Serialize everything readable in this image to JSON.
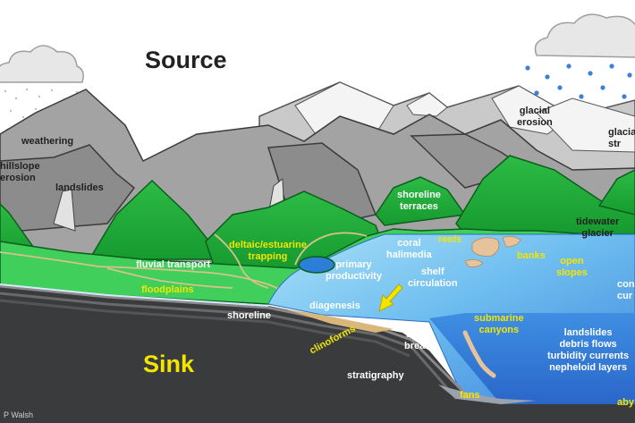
{
  "titles": {
    "source": "Source",
    "sink": "Sink"
  },
  "labels": {
    "weathering": "weathering",
    "hillslope_erosion": "hillslope\nerosion",
    "landslides_land": "landslides",
    "fluvial_transport": "fluvial transport",
    "floodplains": "floodplains",
    "deltaic": "deltaic/estuarine\ntrapping",
    "primary_productivity": "primary\nproductivity",
    "shoreline": "shoreline",
    "diagenesis": "diagenesis",
    "clinoforms": "clinoforms",
    "shelf_break": "shelf\nbreak",
    "stratigraphy": "stratigraphy",
    "fans": "fans",
    "coral_halimedia": "coral\nhalimedia",
    "reefs": "reefs",
    "banks": "banks",
    "shelf_circulation": "shelf\ncirculation",
    "shoreline_terraces": "shoreline\nterraces",
    "glacial_erosion": "glacial\nerosion",
    "glacial_str": "glacia\nstr",
    "tidewater_glacier": "tidewater\nglacier",
    "open_slopes": "open\nslopes",
    "contour_currents": "con\ncur",
    "submarine_canyons": "submarine\ncanyons",
    "deep_processes": "landslides\ndebris flows\nturbidity currents\nnepheloid layers",
    "abyssal": "aby",
    "credit": "P Walsh"
  },
  "colors": {
    "sky": "#ffffff",
    "green": "#1fae3a",
    "light_green": "#58cf5a",
    "gray_mountain": "#9a9a9a",
    "dark_mountain": "#6f6f6f",
    "snow": "#f4f4f4",
    "ocean_shallow": "#8fd3f3",
    "ocean_deep": "#3d8fe0",
    "sink_ground": "#3a3b3d",
    "sediment": "#d9b77a",
    "label_white": "#ffffff",
    "label_yellow": "#f2e600"
  }
}
